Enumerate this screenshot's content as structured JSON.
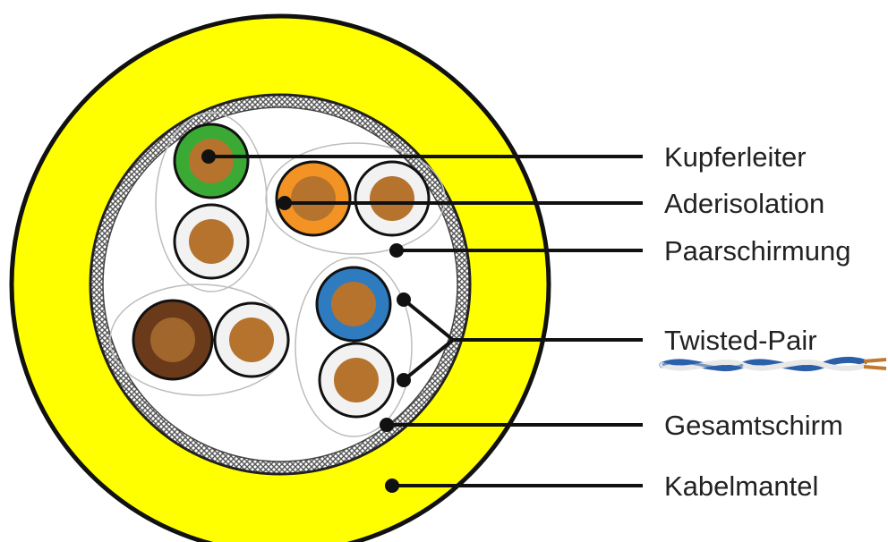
{
  "labels": {
    "copper_conductor": "Kupferleiter",
    "core_insulation": "Aderisolation",
    "pair_shield": "Paarschirmung",
    "twisted_pair": "Twisted-Pair",
    "overall_shield": "Gesamtschirm",
    "cable_jacket": "Kabelmantel"
  },
  "colors": {
    "jacket": "#FFFF00",
    "outline": "#111111",
    "copper": "#B5732E",
    "copper_dark": "#8A531C",
    "core_green": "#3BAA35",
    "core_orange": "#F39323",
    "core_blue": "#2E7BBF",
    "core_brown": "#6B3A1A",
    "core_white": "#F2F2F2",
    "braid": "#6E6E6E",
    "pair_shield_line": "#BDBDBD",
    "twisted_blue": "#2B5FAA"
  }
}
